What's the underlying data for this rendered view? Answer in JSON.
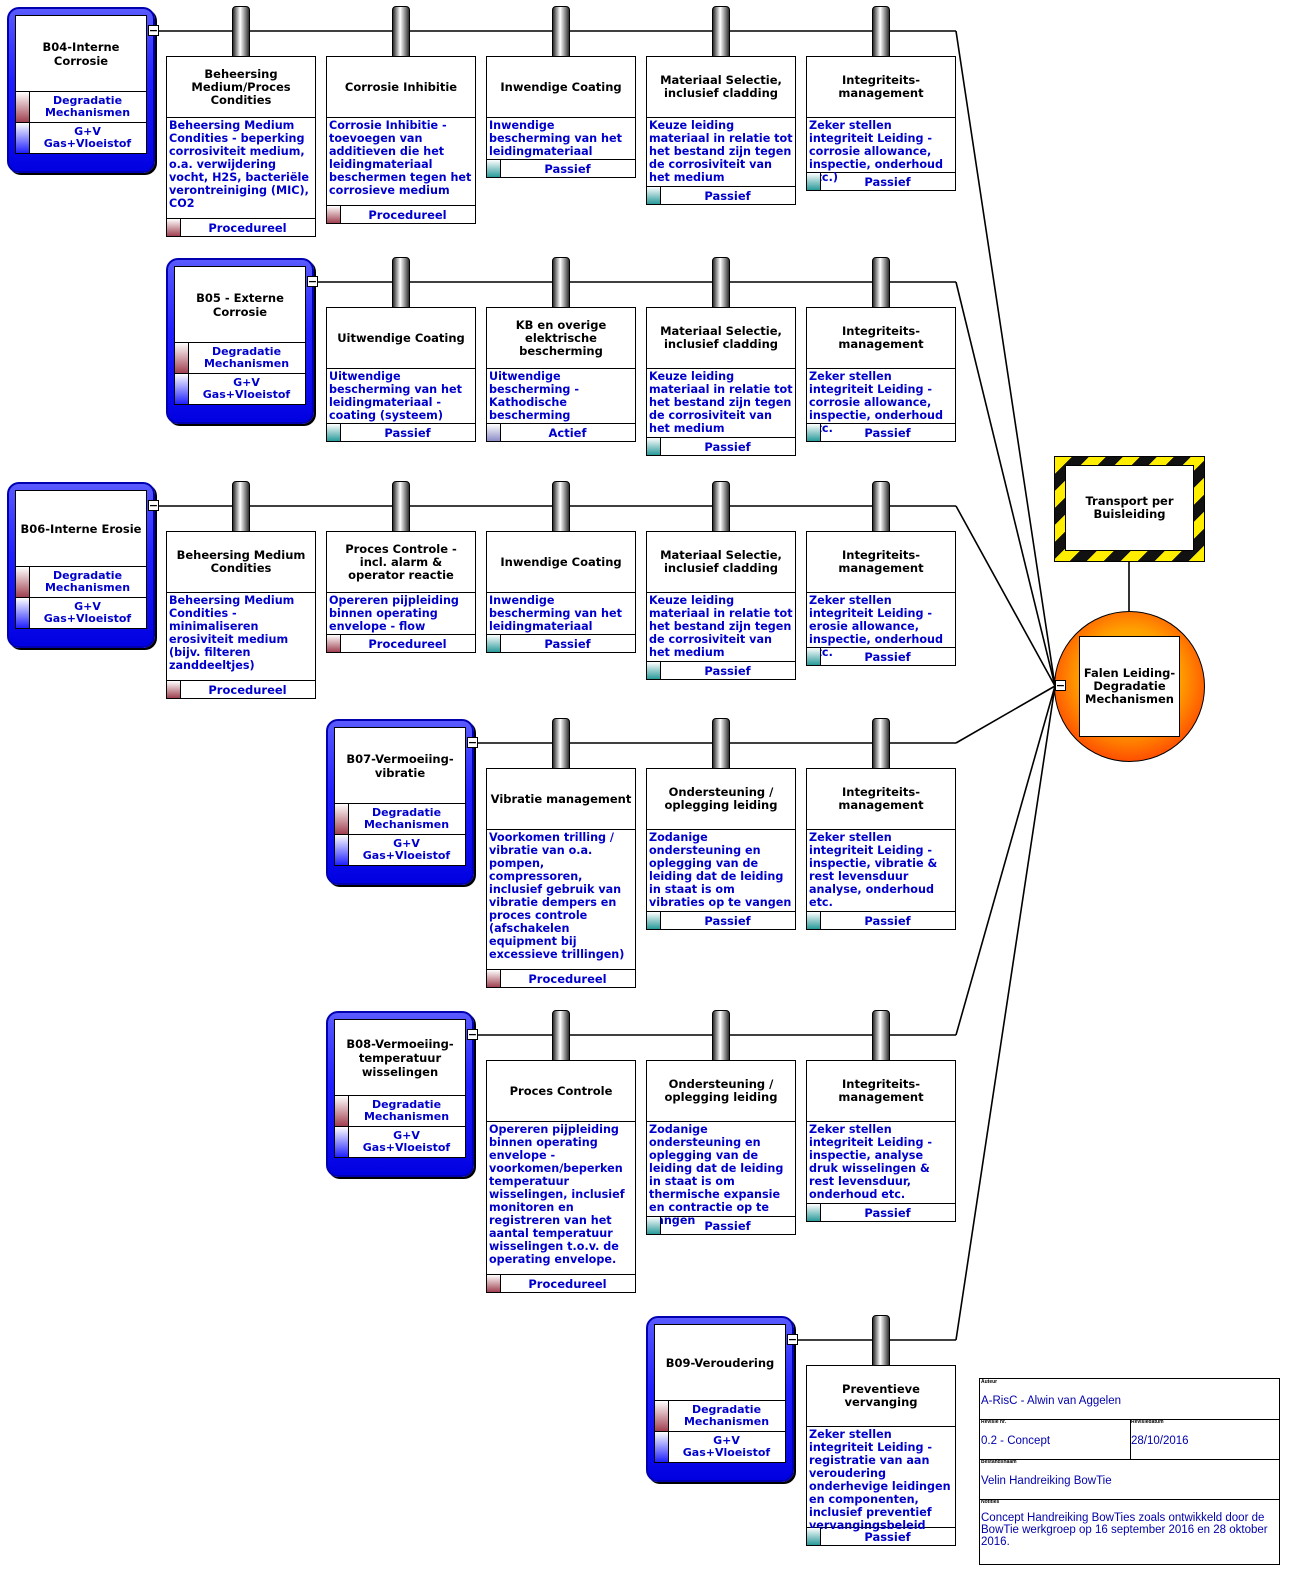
{
  "hazard": {
    "label": "Transport per Buisleiding"
  },
  "top_event": {
    "label": "Falen Leiding-Degradatie Mechanismen"
  },
  "threat_categories": [
    "Degradatie Mechanismen",
    "G+V Gas+Vloeistof"
  ],
  "threats": [
    {
      "name": "B04-Interne Corrosie",
      "barriers": [
        {
          "title": "Beheersing Medium/Proces Condities",
          "desc": "Beheersing Medium Condities - beperking corrosiviteit medium, o.a. verwijdering vocht, H2S, bacteriële verontreiniging (MIC), CO2",
          "type": "Procedureel"
        },
        {
          "title": "Corrosie Inhibitie",
          "desc": "Corrosie Inhibitie - toevoegen van additieven die het leidingmateriaal beschermen tegen het corrosieve medium",
          "type": "Procedureel"
        },
        {
          "title": "Inwendige Coating",
          "desc": "Inwendige bescherming van het leidingmateriaal",
          "type": "Passief"
        },
        {
          "title": "Materiaal Selectie, inclusief cladding",
          "desc": "Keuze leiding materiaal in relatie tot het bestand zijn tegen de corrosiviteit van het medium",
          "type": "Passief"
        },
        {
          "title": "Integriteits-management",
          "desc": "Zeker stellen integriteit Leiding - corrosie allowance, inspectie, onderhoud etc.)",
          "type": "Passief"
        }
      ]
    },
    {
      "name": "B05 - Externe Corrosie",
      "barriers": [
        {
          "title": "Uitwendige Coating",
          "desc": "Uitwendige bescherming van het leidingmateriaal - coating (systeem)",
          "type": "Passief"
        },
        {
          "title": "KB en overige elektrische bescherming",
          "desc": "Uitwendige bescherming - Kathodische bescherming",
          "type": "Actief"
        },
        {
          "title": "Materiaal Selectie, inclusief cladding",
          "desc": "Keuze leiding materiaal in relatie tot het bestand zijn tegen de corrosiviteit van het medium",
          "type": "Passief"
        },
        {
          "title": "Integriteits-management",
          "desc": "Zeker stellen integriteit Leiding - corrosie allowance, inspectie, onderhoud etc.",
          "type": "Passief"
        }
      ]
    },
    {
      "name": "B06-Interne Erosie",
      "barriers": [
        {
          "title": "Beheersing Medium Condities",
          "desc": "Beheersing Medium Condities - minimaliseren erosiviteit medium (bijv. filteren zanddeeltjes)",
          "type": "Procedureel"
        },
        {
          "title": "Proces Controle - incl. alarm & operator reactie",
          "desc": "Opereren pijpleiding binnen operating envelope - flow",
          "type": "Procedureel"
        },
        {
          "title": "Inwendige Coating",
          "desc": "Inwendige bescherming van het leidingmateriaal",
          "type": "Passief"
        },
        {
          "title": "Materiaal Selectie, inclusief cladding",
          "desc": "Keuze leiding materiaal in relatie tot het bestand zijn tegen de corrosiviteit van het medium",
          "type": "Passief"
        },
        {
          "title": "Integriteits-management",
          "desc": "Zeker stellen integriteit Leiding - erosie allowance, inspectie, onderhoud etc.",
          "type": "Passief"
        }
      ]
    },
    {
      "name": "B07-Vermoeiing-vibratie",
      "barriers": [
        {
          "title": "Vibratie management",
          "desc": "Voorkomen trilling / vibratie van o.a. pompen, compressoren, inclusief gebruik van vibratie dempers en proces controle (afschakelen equipment bij excessieve trillingen)",
          "type": "Procedureel"
        },
        {
          "title": "Ondersteuning / oplegging leiding",
          "desc": "Zodanige ondersteuning en oplegging van de leiding dat de leiding in staat is om vibraties op te vangen",
          "type": "Passief"
        },
        {
          "title": "Integriteits-management",
          "desc": "Zeker stellen integriteit Leiding - inspectie, vibratie & rest levensduur analyse, onderhoud etc.",
          "type": "Passief"
        }
      ]
    },
    {
      "name": "B08-Vermoeiing-temperatuur wisselingen",
      "barriers": [
        {
          "title": "Proces Controle",
          "desc": "Opereren pijpleiding binnen operating envelope - voorkomen/beperken temperatuur wisselingen, inclusief monitoren en registreren van het aantal temperatuur wisselingen t.o.v. de operating envelope.",
          "type": "Procedureel"
        },
        {
          "title": "Ondersteuning / oplegging leiding",
          "desc": "Zodanige ondersteuning en oplegging van de leiding dat de leiding in staat is om thermische expansie en contractie op te vangen",
          "type": "Passief"
        },
        {
          "title": "Integriteits-management",
          "desc": "Zeker stellen integriteit Leiding - inspectie, analyse druk wisselingen & rest levensduur, onderhoud etc.",
          "type": "Passief"
        }
      ]
    },
    {
      "name": "B09-Veroudering",
      "barriers": [
        {
          "title": "Preventieve vervanging",
          "desc": "Zeker stellen integriteit Leiding - registratie van aan veroudering onderhevige leidingen en componenten, inclusief preventief vervangingsbeleid",
          "type": "Passief"
        }
      ]
    }
  ],
  "info_box": {
    "author": "A-RisC - Alwin van Aggelen",
    "version": "0.2 - Concept",
    "date": "28/10/2016",
    "name": "Velin Handreiking BowTie",
    "notes": "Concept Handreiking BowTies zoals ontwikkeld door de BowTie werkgroep op 16 september 2016 en 28 oktober 2016."
  },
  "colors": {
    "threat_blue": "#1f1fff",
    "barrier_text": "#0000cc",
    "hazard_yellow": "#ffee00"
  }
}
